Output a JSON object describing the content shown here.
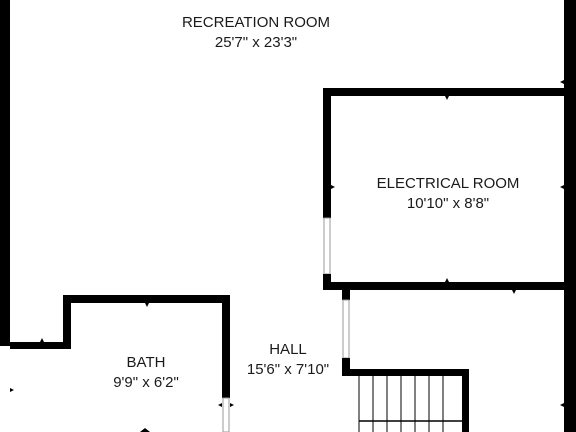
{
  "rooms": {
    "recreation": {
      "name": "RECREATION ROOM",
      "dims": "25'7\" x 23'3\""
    },
    "electrical": {
      "name": "ELECTRICAL ROOM",
      "dims": "10'10\" x 8'8\""
    },
    "hall": {
      "name": "HALL",
      "dims": "15'6\" x 7'10\""
    },
    "bath": {
      "name": "BATH",
      "dims": "9'9\" x 6'2\""
    }
  },
  "colors": {
    "wall": "#000000",
    "door": "#999999",
    "background": "#ffffff"
  }
}
